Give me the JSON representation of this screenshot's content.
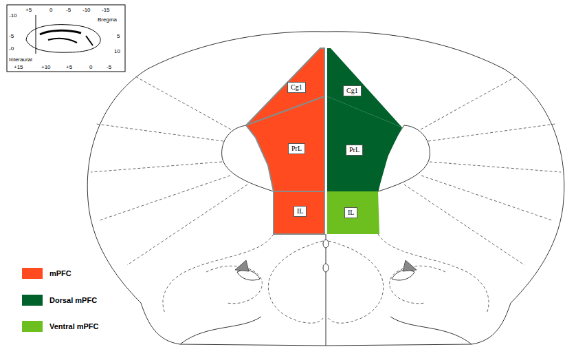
{
  "diagram": {
    "nodes": [
      {
        "text": [
          "Cg1"
        ]
      },
      {
        "text": [
          "Cg1"
        ]
      },
      {
        "text": [
          "PrL"
        ]
      },
      {
        "text": [
          "PrL"
        ]
      },
      {
        "text": [
          "IL"
        ]
      },
      {
        "text": [
          "IL"
        ]
      }
    ],
    "labels": [
      "+5",
      "0",
      "-5",
      "-10",
      "-15",
      "-10",
      "-5",
      "-0",
      "5",
      "10",
      "Bregma",
      "Interaural",
      "+15",
      "+10",
      "+5",
      "0",
      "-5"
    ],
    "legend": [
      {
        "text": "mPFC",
        "color": "#ff4b1f"
      },
      {
        "text": "Dorsal mPFC",
        "color": "#00612a"
      },
      {
        "text": "Ventral mPFC",
        "color": "#6cbf1e"
      }
    ]
  }
}
